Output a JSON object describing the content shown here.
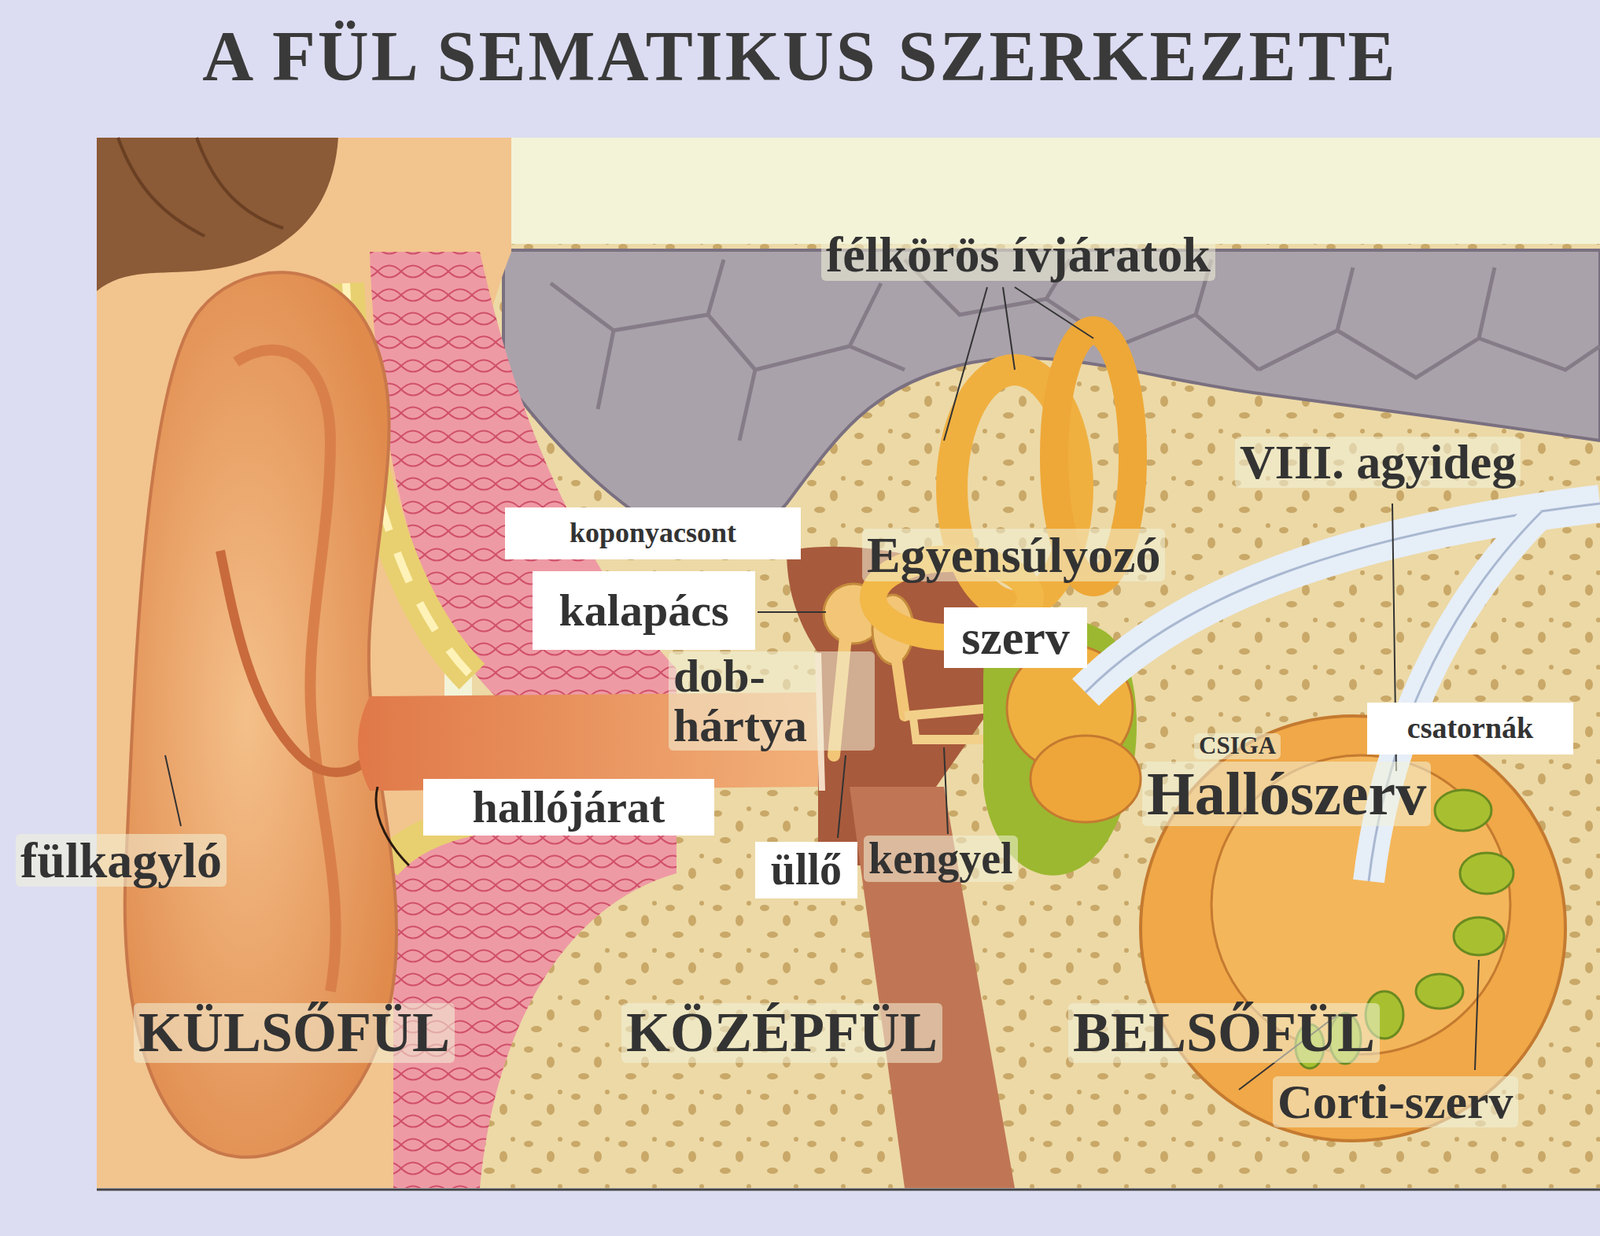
{
  "diagram": {
    "title": "A FÜL SEMATIKUS SZERKEZETE",
    "nodes": [
      {
        "text": [
          "koponyacsont"
        ]
      },
      {
        "text": [
          "kalapács"
        ]
      },
      {
        "text": [
          "szerv"
        ]
      },
      {
        "text": [
          "csatornák"
        ]
      },
      {
        "text": [
          "hallójárat"
        ]
      },
      {
        "text": [
          "üllő"
        ]
      }
    ],
    "labels": [
      "félkörös ívjáratok",
      "VIII. agyideg",
      "Egyensúlyozó",
      "dob- hártya",
      "CSIGA",
      "Hallószerv",
      "fülkagyló",
      "kengyel",
      "KÜLSŐFÜL",
      "KÖZÉPFÜL",
      "BELSŐFÜL",
      "Corti-szerv"
    ]
  }
}
